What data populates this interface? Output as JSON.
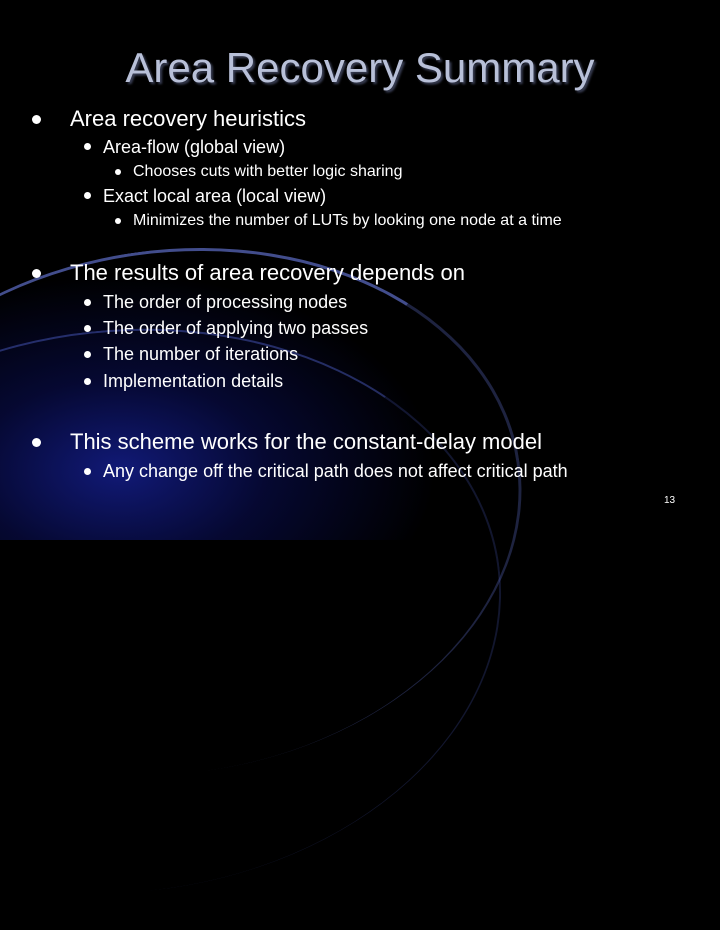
{
  "slide": {
    "title": "Area Recovery Summary",
    "bullets": [
      {
        "text": "Area recovery heuristics",
        "children": [
          {
            "text": "Area-flow (global view)",
            "children": [
              {
                "text": "Chooses cuts with better logic sharing"
              }
            ]
          },
          {
            "text": "Exact local area (local view)",
            "children": [
              {
                "text": "Minimizes the number of LUTs by looking one node at a time"
              }
            ]
          }
        ]
      },
      {
        "text": "The results of area recovery depends on",
        "children": [
          {
            "text": "The order of processing nodes"
          },
          {
            "text": "The order of applying two passes"
          },
          {
            "text": "The number of iterations"
          },
          {
            "text": "Implementation details"
          }
        ]
      },
      {
        "text": "This scheme works for the constant-delay model",
        "children": [
          {
            "text": "Any change off the critical path does not affect critical path"
          }
        ]
      }
    ],
    "page_number": "13"
  },
  "colors": {
    "background": "#000000",
    "title": "#b8c0d8",
    "text": "#ffffff",
    "accent_glow": "#14208c"
  }
}
